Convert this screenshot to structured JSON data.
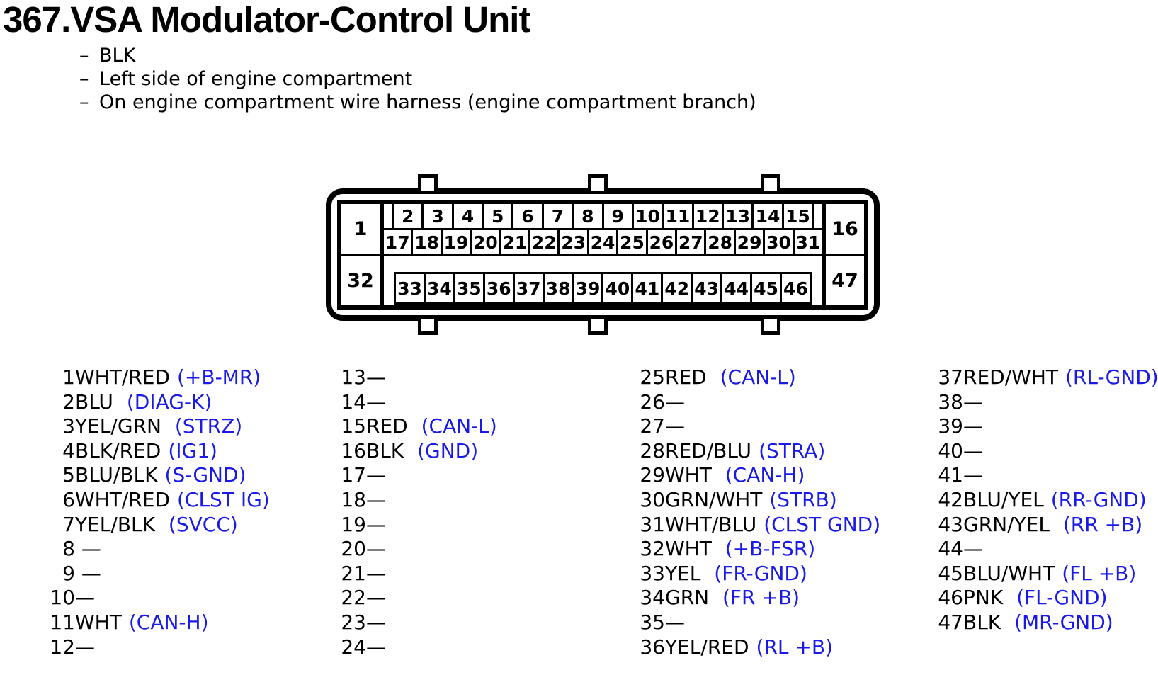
{
  "page": {
    "title": "367.VSA Modulator-Control Unit",
    "bullet": "–",
    "notes": [
      "BLK",
      "Left side of engine compartment",
      "On engine compartment wire harness (engine compartment branch)"
    ]
  },
  "connector": {
    "corners": {
      "top_left": "1",
      "bottom_left": "32",
      "top_right": "16",
      "bottom_right": "47"
    },
    "row1": [
      "2",
      "3",
      "4",
      "5",
      "6",
      "7",
      "8",
      "9",
      "10",
      "11",
      "12",
      "13",
      "14",
      "15"
    ],
    "row2": [
      "17",
      "18",
      "19",
      "20",
      "21",
      "22",
      "23",
      "24",
      "25",
      "26",
      "27",
      "28",
      "29",
      "30",
      "31"
    ],
    "row3": [
      "33",
      "34",
      "35",
      "36",
      "37",
      "38",
      "39",
      "40",
      "41",
      "42",
      "43",
      "44",
      "45",
      "46"
    ]
  },
  "pinout": {
    "columns": [
      {
        "pins": [
          {
            "n": "1",
            "wire": "WHT/RED",
            "signal": "(+B-MR)"
          },
          {
            "n": "2",
            "wire": "BLU",
            "signal": " (DIAG-K)"
          },
          {
            "n": "3",
            "wire": "YEL/GRN",
            "signal": " (STRZ)"
          },
          {
            "n": "4",
            "wire": "BLK/RED",
            "signal": "(IG1)"
          },
          {
            "n": "5",
            "wire": "BLU/BLK",
            "signal": "(S-GND)"
          },
          {
            "n": "6",
            "wire": "WHT/RED",
            "signal": "(CLST IG)"
          },
          {
            "n": "7",
            "wire": "YEL/BLK",
            "signal": " (SVCC)"
          },
          {
            "n": "8",
            "wire": " —",
            "signal": ""
          },
          {
            "n": "9",
            "wire": " —",
            "signal": ""
          },
          {
            "n": "10",
            "wire": "—",
            "signal": ""
          },
          {
            "n": "11",
            "wire": "WHT",
            "signal": "(CAN-H)"
          },
          {
            "n": "12",
            "wire": "—",
            "signal": ""
          }
        ]
      },
      {
        "pins": [
          {
            "n": "13",
            "wire": "—",
            "signal": ""
          },
          {
            "n": "14",
            "wire": "—",
            "signal": ""
          },
          {
            "n": "15",
            "wire": "RED",
            "signal": " (CAN-L)"
          },
          {
            "n": "16",
            "wire": "BLK",
            "signal": " (GND)"
          },
          {
            "n": "17",
            "wire": "—",
            "signal": ""
          },
          {
            "n": "18",
            "wire": "—",
            "signal": ""
          },
          {
            "n": "19",
            "wire": "—",
            "signal": ""
          },
          {
            "n": "20",
            "wire": "—",
            "signal": ""
          },
          {
            "n": "21",
            "wire": "—",
            "signal": ""
          },
          {
            "n": "22",
            "wire": "—",
            "signal": ""
          },
          {
            "n": "23",
            "wire": "—",
            "signal": ""
          },
          {
            "n": "24",
            "wire": "—",
            "signal": ""
          }
        ]
      },
      {
        "pins": [
          {
            "n": "25",
            "wire": "RED",
            "signal": " (CAN-L)"
          },
          {
            "n": "26",
            "wire": "—",
            "signal": ""
          },
          {
            "n": "27",
            "wire": "—",
            "signal": ""
          },
          {
            "n": "28",
            "wire": "RED/BLU",
            "signal": "(STRA)"
          },
          {
            "n": "29",
            "wire": "WHT",
            "signal": " (CAN-H)"
          },
          {
            "n": "30",
            "wire": "GRN/WHT",
            "signal": "(STRB)"
          },
          {
            "n": "31",
            "wire": "WHT/BLU",
            "signal": "(CLST GND)"
          },
          {
            "n": "32",
            "wire": "WHT",
            "signal": " (+B-FSR)"
          },
          {
            "n": "33",
            "wire": "YEL",
            "signal": " (FR-GND)"
          },
          {
            "n": "34",
            "wire": "GRN",
            "signal": " (FR +B)"
          },
          {
            "n": "35",
            "wire": "—",
            "signal": ""
          },
          {
            "n": "36",
            "wire": "YEL/RED",
            "signal": "(RL +B)"
          }
        ]
      },
      {
        "pins": [
          {
            "n": "37",
            "wire": "RED/WHT",
            "signal": "(RL-GND)"
          },
          {
            "n": "38",
            "wire": "—",
            "signal": ""
          },
          {
            "n": "39",
            "wire": "—",
            "signal": ""
          },
          {
            "n": "40",
            "wire": "—",
            "signal": ""
          },
          {
            "n": "41",
            "wire": "—",
            "signal": ""
          },
          {
            "n": "42",
            "wire": "BLU/YEL",
            "signal": "(RR-GND)"
          },
          {
            "n": "43",
            "wire": "GRN/YEL",
            "signal": " (RR +B)"
          },
          {
            "n": "44",
            "wire": "—",
            "signal": ""
          },
          {
            "n": "45",
            "wire": "BLU/WHT",
            "signal": "(FL +B)"
          },
          {
            "n": "46",
            "wire": "PNK",
            "signal": " (FL-GND)"
          },
          {
            "n": "47",
            "wire": "BLK",
            "signal": " (MR-GND)"
          }
        ]
      }
    ]
  },
  "colors": {
    "body_text": "#000000",
    "signal_text": "#1a1ae8",
    "diagram_line": "#000000",
    "background": "#ffffff"
  }
}
